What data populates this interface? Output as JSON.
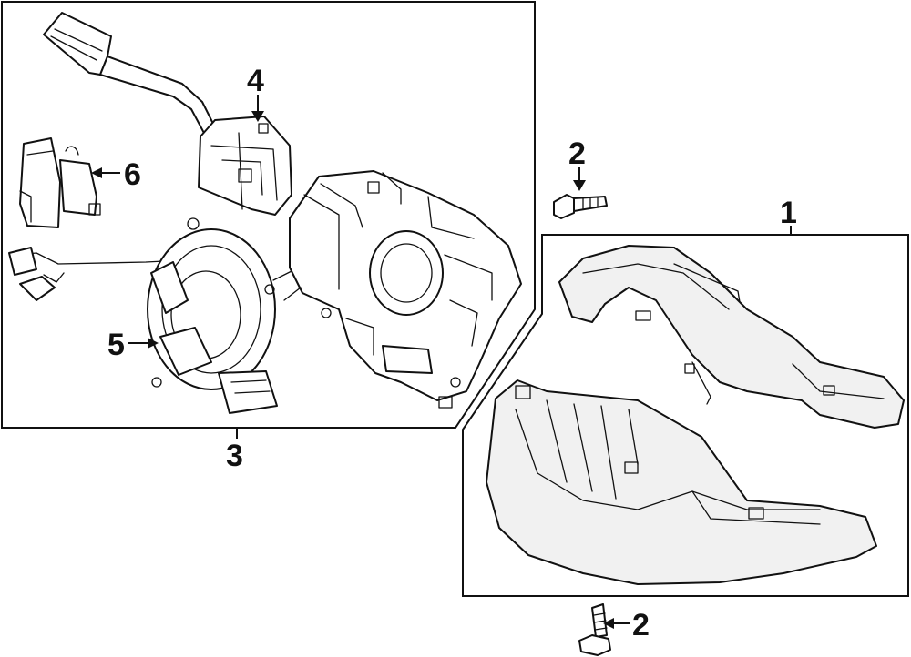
{
  "callouts": {
    "c1": "1",
    "c2_top": "2",
    "c2_bottom": "2",
    "c3": "3",
    "c4": "4",
    "c5": "5",
    "c6": "6"
  },
  "colors": {
    "line": "#111111",
    "background": "#ffffff",
    "shade": "#f1f1f1"
  }
}
